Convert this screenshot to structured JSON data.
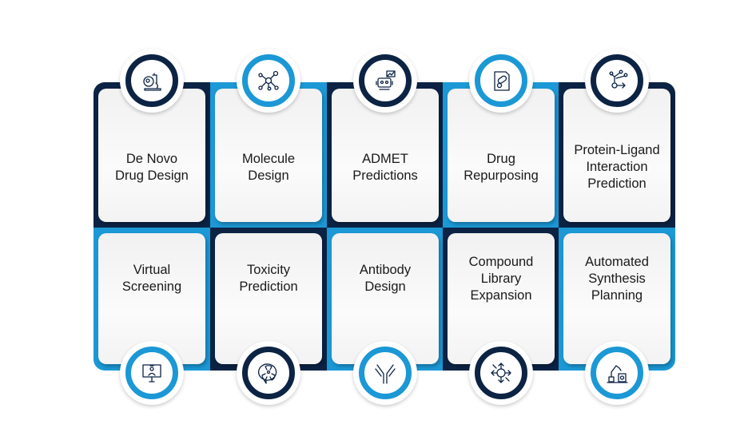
{
  "colors": {
    "navy": "#0c2344",
    "blue": "#1b98d5"
  },
  "items": [
    {
      "label": "De Novo\nDrug Design",
      "icon": "microscope-icon"
    },
    {
      "label": "Molecule\nDesign",
      "icon": "molecule-icon"
    },
    {
      "label": "ADMET\nPredictions",
      "icon": "robot-chart-icon"
    },
    {
      "label": "Drug\nRepurposing",
      "icon": "pill-document-icon"
    },
    {
      "label": "Protein-Ligand\nInteraction\nPrediction",
      "icon": "branch-molecule-icon"
    },
    {
      "label": "Virtual\nScreening",
      "icon": "monitor-person-icon"
    },
    {
      "label": "Toxicity\nPrediction",
      "icon": "toxic-bubble-icon"
    },
    {
      "label": "Antibody\nDesign",
      "icon": "antibody-icon"
    },
    {
      "label": "Compound\nLibrary\nExpansion",
      "icon": "expand-arrows-icon"
    },
    {
      "label": "Automated\nSynthesis\nPlanning",
      "icon": "robot-arm-icon"
    }
  ]
}
